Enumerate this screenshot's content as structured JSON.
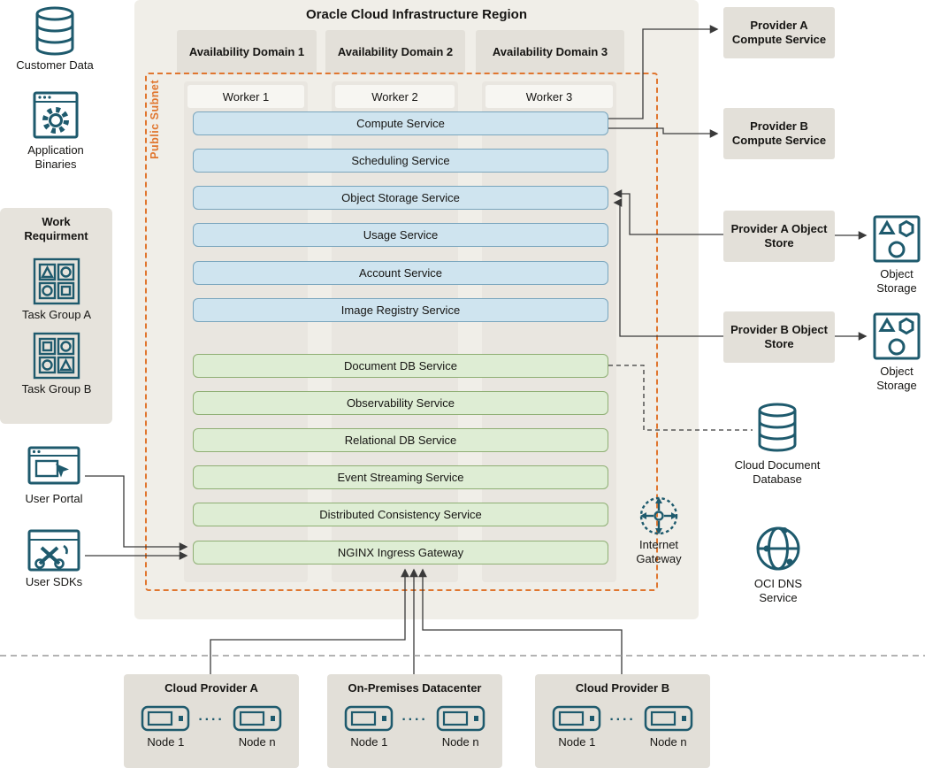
{
  "region": {
    "title": "Oracle Cloud Infrastructure Region",
    "availability_domains": [
      "Availability Domain 1",
      "Availability Domain 2",
      "Availability Domain 3"
    ],
    "public_subnet_label": "Public Subnet",
    "workers": [
      "Worker 1",
      "Worker 2",
      "Worker 3"
    ],
    "core_services": [
      "Compute Service",
      "Scheduling Service",
      "Object Storage Service",
      "Usage Service",
      "Account Service",
      "Image Registry Service"
    ],
    "data_services": [
      "Document DB Service",
      "Observability Service",
      "Relational DB Service",
      "Event Streaming Service",
      "Distributed Consistency Service",
      "NGINX Ingress Gateway"
    ],
    "internet_gateway_label": "Internet Gateway"
  },
  "left": {
    "customer_data": "Customer Data",
    "application_binaries": "Application Binaries",
    "work_requirement": {
      "title": "Work Requirment",
      "task_groups": [
        "Task Group A",
        "Task Group B"
      ]
    },
    "user_portal": "User Portal",
    "user_sdks": "User SDKs"
  },
  "right": {
    "provider_a_compute": "Provider A Compute Service",
    "provider_b_compute": "Provider B Compute Service",
    "provider_a_object_store": "Provider A Object Store",
    "provider_b_object_store": "Provider B Object Store",
    "object_storage_a": "Object Storage",
    "object_storage_b": "Object Storage",
    "cloud_document_database": "Cloud Document Database",
    "oci_dns_service": "OCI DNS Service"
  },
  "bottom": {
    "node_separator": "····",
    "groups": [
      {
        "title": "Cloud Provider A",
        "nodes": [
          "Node 1",
          "Node n"
        ]
      },
      {
        "title": "On-Premises Datacenter",
        "nodes": [
          "Node 1",
          "Node n"
        ]
      },
      {
        "title": "Cloud Provider B",
        "nodes": [
          "Node 1",
          "Node n"
        ]
      }
    ]
  },
  "icons": {
    "database-icon": "cylinder database",
    "gear-icon": "gear in app window",
    "task-grid-icon": "grid of shapes",
    "browser-cursor-icon": "browser window with cursor",
    "tools-icon": "crossed tools window",
    "object-storage-icon": "box with triangle hexagon circle",
    "internet-gateway-icon": "dashed circle with compass arrows",
    "globe-icon": "globe with nodes",
    "server-node-icon": "server rectangle"
  },
  "colors": {
    "region_bg": "#F0EEE8",
    "box_gray": "#E3E0D9",
    "blue_fill": "#CFE4EF",
    "blue_border": "#79A5BD",
    "green_fill": "#DEEDD4",
    "green_border": "#8FAF74",
    "subnet_orange": "#E0762F",
    "icon_teal": "#1E5A6D",
    "line": "#3A3A3A"
  }
}
